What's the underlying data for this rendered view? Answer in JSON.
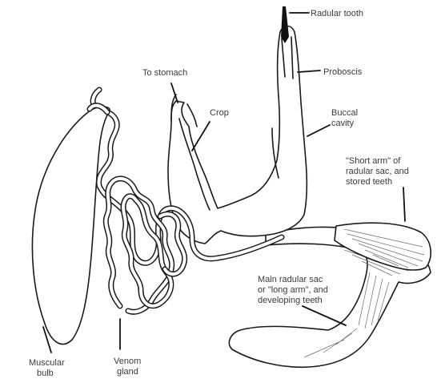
{
  "labels": {
    "radular_tooth": "Radular tooth",
    "proboscis": "Proboscis",
    "to_stomach": "To stomach",
    "crop": "Crop",
    "buccal_cavity": [
      "Buccal",
      "cavity"
    ],
    "short_arm": [
      "\"Short arm\" of",
      "radular sac, and",
      "stored teeth"
    ],
    "main_radular_sac": [
      "Main radular sac",
      "or \"long arm\", and",
      "developing teeth"
    ],
    "muscular_bulb": [
      "Muscular",
      "bulb"
    ],
    "venom_gland": [
      "Venom",
      "gland"
    ]
  },
  "colors": {
    "line": "#1a1a1a",
    "text": "#3a3a3a",
    "background": "#ffffff"
  }
}
